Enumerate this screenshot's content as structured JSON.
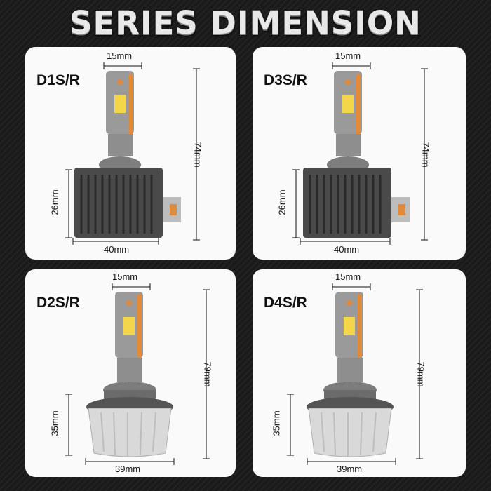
{
  "title": "SERIES DIMENSION",
  "colors": {
    "background": "#1b1b1b",
    "card": "#fafafa",
    "led_yellow": "#f3d64a",
    "copper": "#e08a3a"
  },
  "panels": [
    {
      "model": "D1S/R",
      "width_top": "15mm",
      "height_total": "74mm",
      "height_base": "26mm",
      "width_base": "40mm",
      "base_style": "heatsink"
    },
    {
      "model": "D3S/R",
      "width_top": "15mm",
      "height_total": "74mm",
      "height_base": "26mm",
      "width_base": "40mm",
      "base_style": "heatsink"
    },
    {
      "model": "D2S/R",
      "width_top": "15mm",
      "height_total": "79mm",
      "height_base": "35mm",
      "width_base": "39mm",
      "base_style": "round"
    },
    {
      "model": "D4S/R",
      "width_top": "15mm",
      "height_total": "79mm",
      "height_base": "35mm",
      "width_base": "39mm",
      "base_style": "round"
    }
  ]
}
